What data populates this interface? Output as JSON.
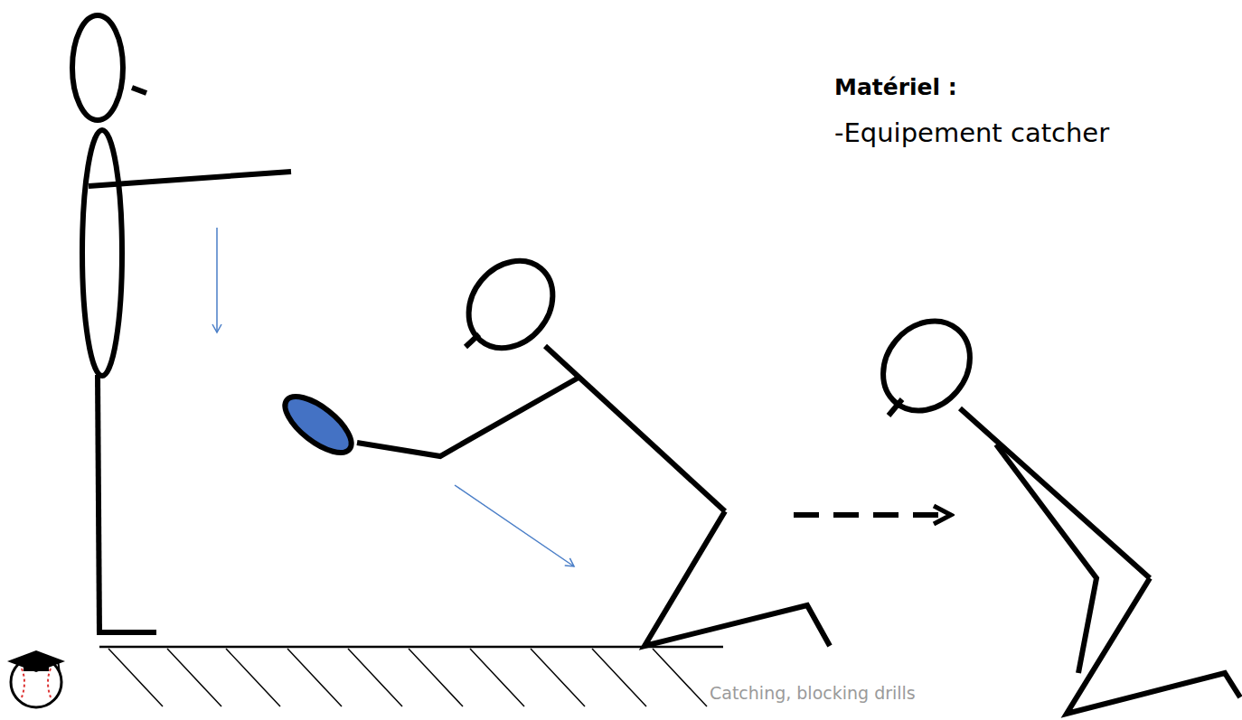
{
  "diagram": {
    "labels": [
      "Matériel :",
      "-Equipement catcher",
      "Catching, blocking drills"
    ]
  }
}
